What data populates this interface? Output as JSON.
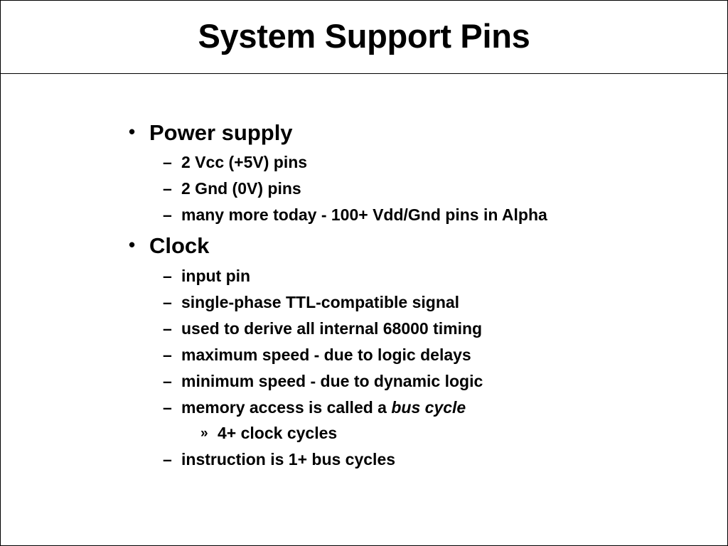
{
  "slide": {
    "title": "System Support Pins",
    "bullets": [
      {
        "text": "Power supply",
        "marker": "•",
        "subitems": [
          {
            "marker": "–",
            "text": "2 Vcc (+5V) pins"
          },
          {
            "marker": "–",
            "text": "2 Gnd (0V) pins"
          },
          {
            "marker": "–",
            "text": "many more today - 100+ Vdd/Gnd pins in Alpha"
          }
        ]
      },
      {
        "text": "Clock",
        "marker": "•",
        "subitems": [
          {
            "marker": "–",
            "text": "input pin"
          },
          {
            "marker": "–",
            "text": "single-phase TTL-compatible signal"
          },
          {
            "marker": "–",
            "text": "used to derive all internal 68000 timing"
          },
          {
            "marker": "–",
            "text": "maximum speed - due to logic delays"
          },
          {
            "marker": "–",
            "text": "minimum speed - due to dynamic logic"
          },
          {
            "marker": "–",
            "text_plain": "memory access is called a ",
            "text_italic": "bus cycle",
            "subitems": [
              {
                "marker": "»",
                "text": "4+ clock cycles"
              }
            ]
          },
          {
            "marker": "–",
            "text": "instruction is 1+ bus cycles"
          }
        ]
      }
    ]
  }
}
